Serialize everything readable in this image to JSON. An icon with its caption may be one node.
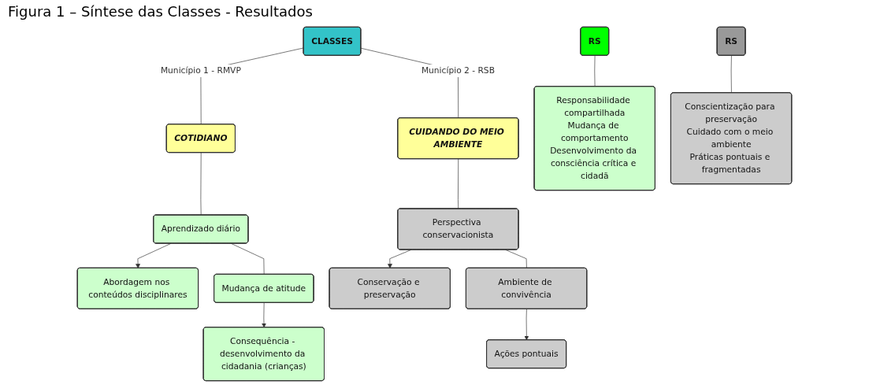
{
  "diagram": {
    "title": "Figura 1 – Síntese das Classes - Resultados",
    "nodes": [
      {
        "text": [
          "CLASSES"
        ]
      },
      {
        "text": [
          "COTIDIANO"
        ]
      },
      {
        "text": [
          "CUIDANDO DO MEIO AMBIENTE"
        ]
      },
      {
        "text": [
          "Abordagem nos conteúdos disciplinares"
        ]
      },
      {
        "text": [
          "Aprendizado diário"
        ]
      },
      {
        "text": [
          "Perspectiva conservacionista"
        ]
      },
      {
        "text": [
          "Conservação e preservação"
        ]
      },
      {
        "text": [
          "Consequência - desenvolvimento da cidadania (crianças)"
        ]
      },
      {
        "text": [
          "Mudança de atitude"
        ]
      },
      {
        "text": [
          "Ambiente de convivência"
        ]
      },
      {
        "text": [
          "Ações pontuais"
        ]
      },
      {
        "text": [
          "RS"
        ]
      },
      {
        "text": [
          "RS"
        ]
      },
      {
        "text": [
          "Responsabilidade compartilhada",
          "Mudança de comportamento",
          "Desenvolvimento da consciência crítica e cidadã"
        ]
      },
      {
        "text": [
          "Conscientização para preservação",
          "Cuidado com o meio ambiente",
          "Práticas pontuais e fragmentadas"
        ]
      }
    ],
    "edges": [
      {
        "from": 0,
        "to": 1,
        "arrow": "none",
        "label": "Município 1 - RMVP"
      },
      {
        "from": 0,
        "to": 2,
        "arrow": "none",
        "label": "Município 2 - RSB"
      },
      {
        "from": 1,
        "to": 4,
        "arrow": "none"
      },
      {
        "from": 4,
        "to": 3,
        "arrow": "to"
      },
      {
        "from": 4,
        "to": 8,
        "arrow": "none"
      },
      {
        "from": 8,
        "to": 7,
        "arrow": "to"
      },
      {
        "from": 2,
        "to": 5,
        "arrow": "none"
      },
      {
        "from": 5,
        "to": 6,
        "arrow": "to"
      },
      {
        "from": 5,
        "to": 9,
        "arrow": "none"
      },
      {
        "from": 9,
        "to": 10,
        "arrow": "to"
      },
      {
        "from": 11,
        "to": 13,
        "arrow": "none"
      },
      {
        "from": 12,
        "to": 14,
        "arrow": "none"
      }
    ]
  }
}
